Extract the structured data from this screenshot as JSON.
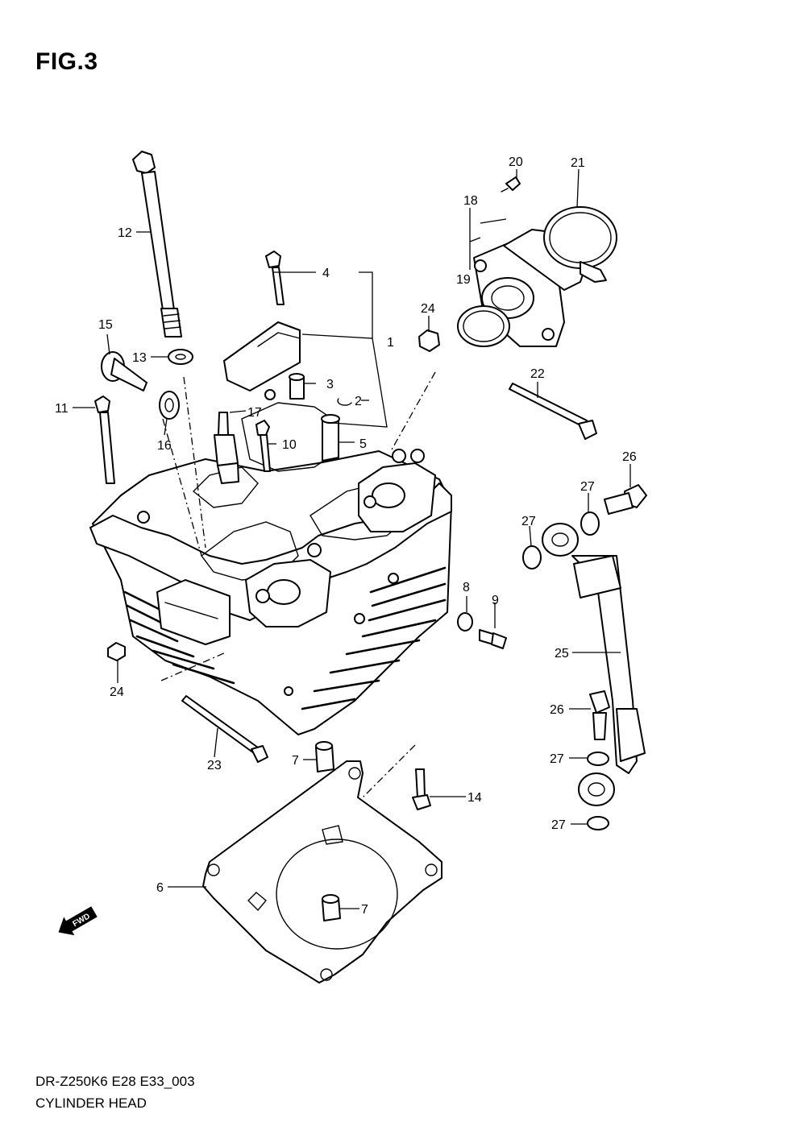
{
  "figure_title": "FIG.3",
  "caption": {
    "model_code": "DR-Z250K6 E28 E33_003",
    "title": "CYLINDER HEAD"
  },
  "fwd_label": "FWD",
  "callouts": [
    "1",
    "2",
    "3",
    "4",
    "5",
    "6",
    "7",
    "8",
    "9",
    "10",
    "11",
    "12",
    "13",
    "14",
    "15",
    "16",
    "17",
    "18",
    "19",
    "20",
    "21",
    "22",
    "23",
    "24",
    "25",
    "26",
    "27"
  ]
}
